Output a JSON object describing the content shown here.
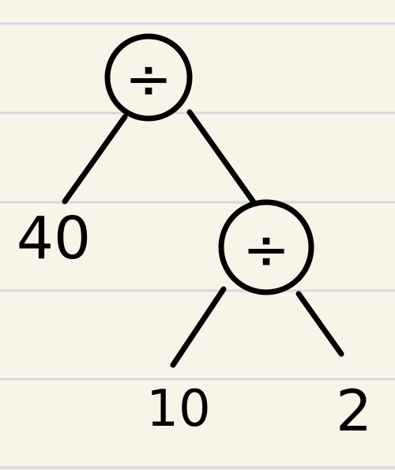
{
  "tree": {
    "root": {
      "op": "÷"
    },
    "left_leaf": {
      "value": "40"
    },
    "right_node": {
      "op": "÷"
    },
    "right_left_leaf": {
      "value": "10"
    },
    "right_right_leaf": {
      "value": "2"
    }
  },
  "colors": {
    "paper": "#f8f4e8",
    "rule_line": "#d9d9dc",
    "ink": "#000000"
  }
}
